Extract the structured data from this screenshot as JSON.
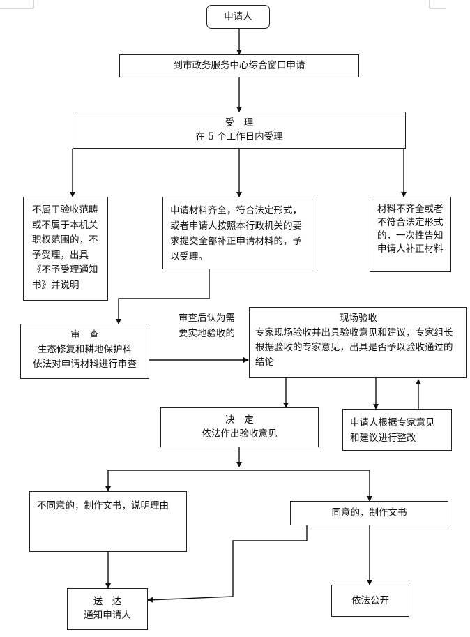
{
  "start": {
    "label": "申请人"
  },
  "apply": {
    "label": "到市政务服务中心综合窗口申请"
  },
  "accept": {
    "title": "受　理",
    "subtitle": "在 5 个工作日内受理"
  },
  "reject_scope": {
    "text": "不属于验收范畴或不属于本机关职权范围的，不予受理，出具《不予受理通知书》并说明"
  },
  "complete": {
    "text": "申请材料齐全，符合法定形式，或者申请人按照本行政机关的要求提交全部补正申请材料的，予以受理。"
  },
  "incomplete": {
    "text": "材料不齐全或者不符合法定形式的，一次性告知申请人补正材料"
  },
  "review": {
    "title": "审　查",
    "line1": "生态修复和耕地保护科",
    "line2": "依法对申请材料进行审查"
  },
  "side_note": {
    "line1": "审查后认为需",
    "line2": "要实地验收的"
  },
  "inspect": {
    "title": "现场验收",
    "text": "专家现场验收并出具验收意见和建议，专家组长根据验收的专家意见，出具是否予以验收通过的结论"
  },
  "rectify": {
    "line1": "申请人根据专家意见",
    "line2": "和建议进行整改"
  },
  "decision": {
    "title": "决　定",
    "subtitle": "依法作出验收意见"
  },
  "disagree": {
    "text": "不同意的，制作文书，说明理由"
  },
  "agree": {
    "text": "同意的，制作文书"
  },
  "deliver": {
    "title": "送　达",
    "subtitle": "通知申请人"
  },
  "publish": {
    "text": "依法公开"
  }
}
